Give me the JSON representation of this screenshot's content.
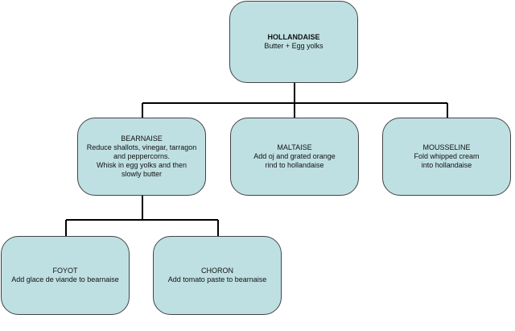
{
  "nodes": {
    "hollandaise": {
      "title": "HOLLANDAISE",
      "desc": "Butter + Egg yolks"
    },
    "bearnaise": {
      "title": "BEARNAISE",
      "desc1": "Reduce shallots, vinegar, tarragon",
      "desc2": "and peppercorns.",
      "desc3": "Whisk in egg yolks and then",
      "desc4": "slowly butter"
    },
    "maltaise": {
      "title": "MALTAISE",
      "desc1": "Add oj and grated orange",
      "desc2": "rind to hollandaise"
    },
    "mousseline": {
      "title": "MOUSSELINE",
      "desc1": "Fold whipped cream",
      "desc2": "into hollandaise"
    },
    "foyot": {
      "title": "FOYOT",
      "desc": "Add glace de viande to bearnaise"
    },
    "choron": {
      "title": "CHORON",
      "desc": "Add tomato paste to bearnaise"
    }
  },
  "colors": {
    "fill": "#bfe0e3",
    "line": "#000000"
  }
}
